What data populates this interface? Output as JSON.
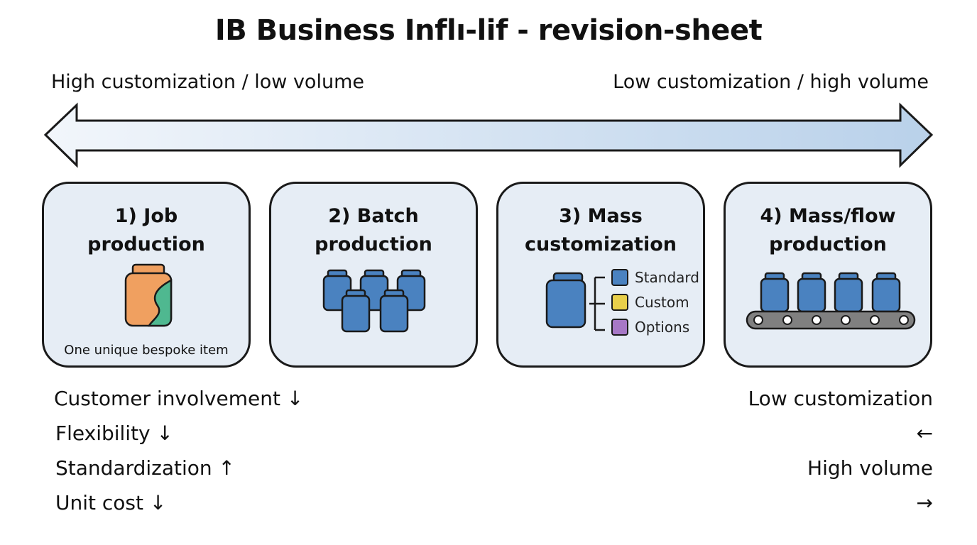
{
  "title": "IB Business Inflı-lif - revision-sheet",
  "scale": {
    "left_label": "High customization / low volume",
    "right_label": "Low customization / high volume"
  },
  "colors": {
    "arrow_fill_start": "#f2f6fb",
    "arrow_fill_end": "#b9d1ea",
    "card_bg": "#e6edf5",
    "item_blue": "#4a82c0",
    "job_orange": "#f0a060",
    "job_green": "#4fb890",
    "custom_yellow": "#e8cf4a",
    "options_purple": "#a778c6",
    "belt_gray": "#808080"
  },
  "cards": [
    {
      "title_line1": "1) Job",
      "title_line2": "production",
      "icon": "bespoke-jar-icon",
      "caption": "One unique bespoke item"
    },
    {
      "title_line1": "2) Batch",
      "title_line2": "production",
      "icon": "batch-jars-icon"
    },
    {
      "title_line1": "3) Mass",
      "title_line2": "customization",
      "icon": "jar-with-options-icon",
      "legend": [
        "Standard",
        "Custom",
        "Options"
      ]
    },
    {
      "title_line1": "4) Mass/flow",
      "title_line2": "production",
      "icon": "conveyor-belt-icon"
    }
  ],
  "footer": {
    "left": [
      "Customer involvement ↓",
      "Flexibility ↓",
      "Standardization ↑",
      "Unit cost ↓"
    ],
    "right": [
      "Low customization",
      "←",
      "High volume",
      "→"
    ]
  }
}
